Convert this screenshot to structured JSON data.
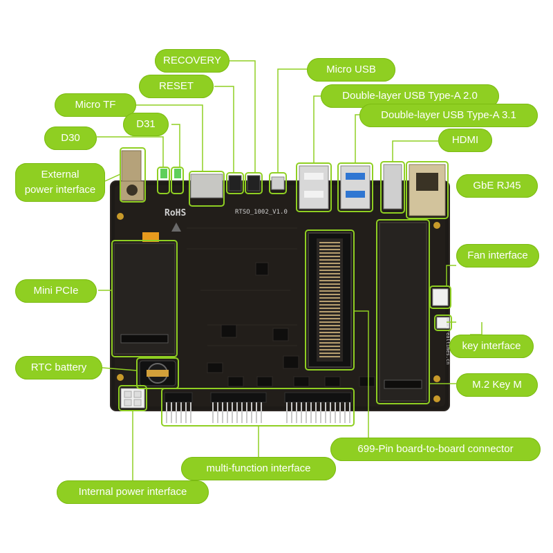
{
  "labels": {
    "recovery": "RECOVERY",
    "reset": "RESET",
    "micro_tf": "Micro TF",
    "d31": "D31",
    "d30": "D30",
    "external_power_line1": "External",
    "external_power_line2": "power interface",
    "micro_usb": "Micro USB",
    "usb_a_20": "Double-layer USB Type-A 2.0",
    "usb_a_31": "Double-layer USB Type-A 3.1",
    "hdmi": "HDMI",
    "gbe_rj45": "GbE RJ45",
    "fan_interface": "Fan interface",
    "mini_pcie": "Mini PCIe",
    "key_interface": "key interface",
    "rtc_battery": "RTC battery",
    "m2_key_m": "M.2 Key M",
    "board_connector": "699-Pin board-to-board connector",
    "multi_function": "multi-function interface",
    "internal_power": "Internal power interface"
  },
  "board": {
    "rohs_mark": "RoHS",
    "silkscreen_id": "RTSO_1002_V1.0",
    "website": "www.realtimes.cn"
  },
  "colors": {
    "accent": "#8fcf22",
    "board": "#1d1a17",
    "leader_line": "#8fcf22"
  }
}
